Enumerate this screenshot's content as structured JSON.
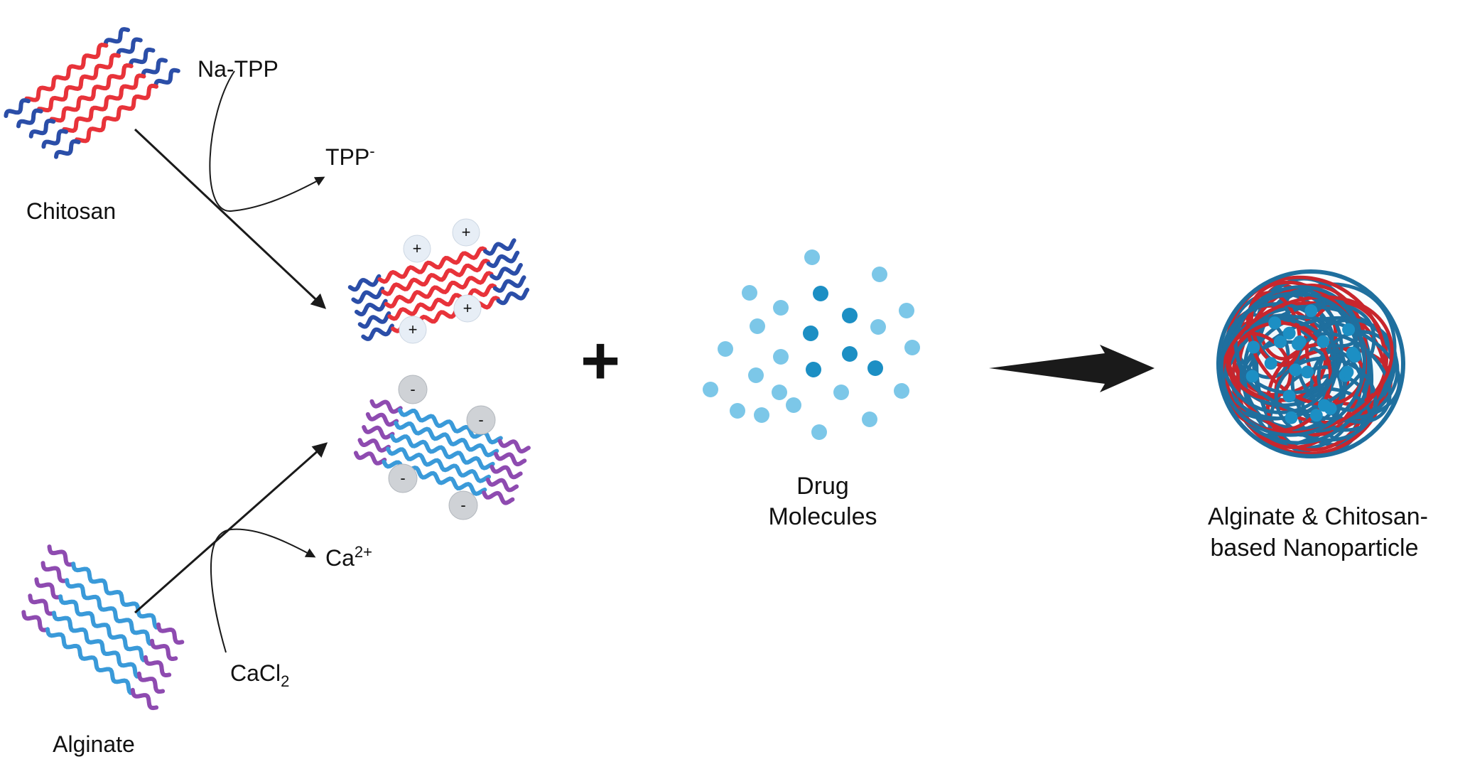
{
  "labels": {
    "chitosan": "Chitosan",
    "na_tpp": "Na-TPP",
    "tpp_base": "TPP",
    "tpp_sup": "-",
    "alginate": "Alginate",
    "cacl_base": "CaCl",
    "cacl_sub": "2",
    "ca_base": "Ca",
    "ca_sup": "2+",
    "plus": "+",
    "drug_line1": "Drug",
    "drug_line2": "Molecules",
    "np_line1": "Alginate & Chitosan-",
    "np_line2": "based Nanoparticle"
  },
  "charges": {
    "positive": "+",
    "negative": "-"
  },
  "colors": {
    "chitosan_main": "#e8333a",
    "chitosan_end": "#2b4ea8",
    "alginate_main": "#3a9ad9",
    "alginate_end": "#8e4bb0",
    "drug_light": "#7cc7e8",
    "drug_dark": "#1c8fc4",
    "np_blue": "#1f6f9e",
    "np_red": "#c8262d",
    "arrow": "#1a1a1a"
  }
}
